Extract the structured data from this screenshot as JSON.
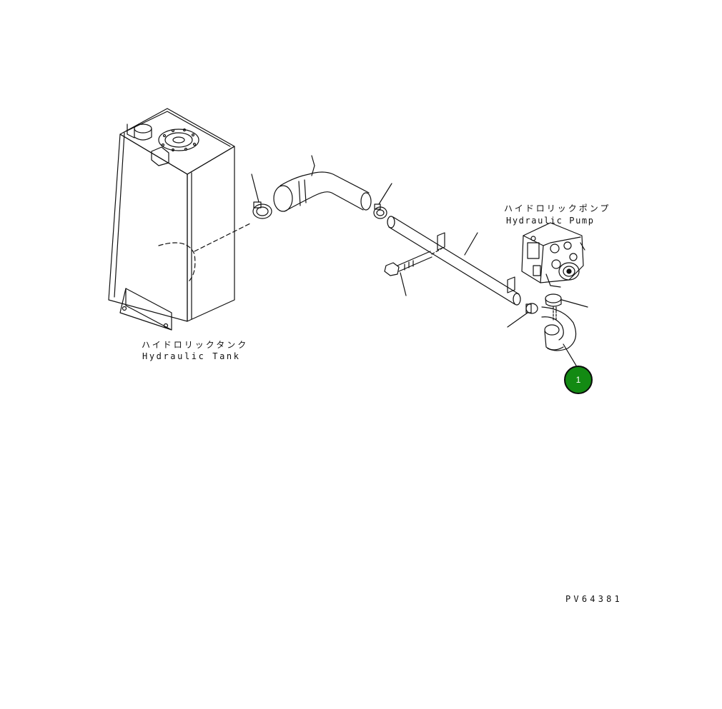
{
  "labels": {
    "tank_jp": "ハイドロリックタンク",
    "tank_en": "Hydraulic Tank",
    "pump_jp": "ハイドロリックポンプ",
    "pump_en": "Hydraulic Pump",
    "drawing_no": "PV64381"
  },
  "callout": {
    "number": "1",
    "color": "#138a13"
  },
  "colors": {
    "line": "#111111",
    "background": "#ffffff"
  }
}
